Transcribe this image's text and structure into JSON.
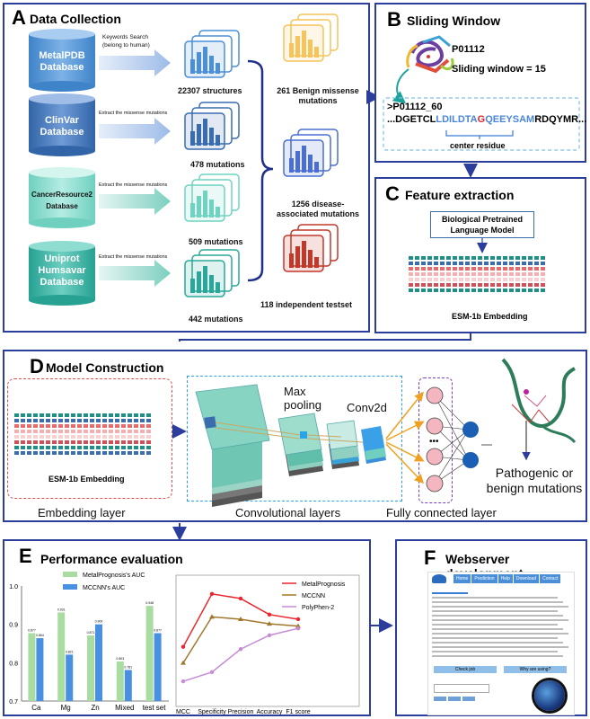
{
  "panels": {
    "A": {
      "letter": "A",
      "title": "Data Collection"
    },
    "B": {
      "letter": "B",
      "title": "Sliding Window"
    },
    "C": {
      "letter": "C",
      "title": "Feature extraction"
    },
    "D": {
      "letter": "D",
      "title": "Model Construction"
    },
    "E": {
      "letter": "E",
      "title": "Performance evaluation"
    },
    "F": {
      "letter": "F",
      "title": "Webserver development"
    }
  },
  "databases": [
    {
      "name_line1": "MetalPDB",
      "name_line2": "Database",
      "action_line1": "Keywords Search",
      "action_line2": "(belong to human)",
      "count": "22307 structures",
      "color": "#4b8fd6"
    },
    {
      "name_line1": "ClinVar",
      "name_line2": "Database",
      "action_line1": "Extract the missense mutations",
      "action_line2": "",
      "count": "478 mutations",
      "color": "#3a6db0"
    },
    {
      "name_line1": "CancerResource2",
      "name_line2": "Database",
      "action_line1": "Extract the missense mutations",
      "action_line2": "",
      "count": "509 mutations",
      "color": "#6fd3c1"
    },
    {
      "name_line1": "Uniprot",
      "name_line2": "Humsavar",
      "name_line3": "Database",
      "action_line1": "Extract the missense mutations",
      "action_line2": "",
      "count": "442 mutations",
      "color": "#2aa79a"
    }
  ],
  "outputs": [
    {
      "label_line1": "261 Benign missense",
      "label_line2": "mutations",
      "color": "#f5c45a"
    },
    {
      "label_line1": "1256 disease-",
      "label_line2": "associated mutations",
      "color": "#4a6fd0"
    },
    {
      "label_line1": "118 independent testset",
      "label_line2": "",
      "color": "#c0392b"
    }
  ],
  "sliding": {
    "protein_id": "P01112",
    "window_label": "Sliding window = 15",
    "seq_header": ">P01112_60",
    "seq_prefix": "...DGETCL",
    "seq_left": "LDILDTA",
    "seq_center": "G",
    "seq_right": "QEEYSAM",
    "seq_suffix": "RDQYMR...",
    "center_label": "center residue"
  },
  "feature": {
    "model_line1": "Biological Pretrained",
    "model_line2": "Language Model",
    "embedding_label": "ESM-1b Embedding"
  },
  "model": {
    "embedding_label": "ESM-1b Embedding",
    "maxpool_line1": "Max",
    "maxpool_line2": "pooling",
    "conv2d_label": "Conv2d",
    "layer_embedding": "Embedding layer",
    "layer_conv": "Convolutional layers",
    "layer_fc": "Fully connected layer",
    "output_line1": "Pathogenic or",
    "output_line2": "benign mutations"
  },
  "chart_data": [
    {
      "type": "bar",
      "categories": [
        "Ca",
        "Mg",
        "Zn",
        "Mixed",
        "test set"
      ],
      "series": [
        {
          "name": "MetalPrognosis's AUC",
          "values": [
            0.877,
            0.931,
            0.871,
            0.803,
            0.948
          ],
          "color": "#a8dca0"
        },
        {
          "name": "MCCNN's AUC",
          "values": [
            0.864,
            0.821,
            0.9,
            0.781,
            0.877
          ],
          "color": "#4a90e2"
        }
      ],
      "ylim": [
        0.7,
        1.0
      ],
      "yticks": [
        "0.7",
        "0.8",
        "0.9",
        "1.0"
      ],
      "legend": "top"
    },
    {
      "type": "line",
      "categories": [
        "MCC",
        "Specificity",
        "Precision",
        "Accuracy",
        "F1 score"
      ],
      "series": [
        {
          "name": "MetalPrognosis",
          "values": [
            0.72,
            0.95,
            0.93,
            0.86,
            0.84
          ],
          "color": "#e8262b",
          "marker": "circle"
        },
        {
          "name": "MCCNN",
          "values": [
            0.65,
            0.85,
            0.84,
            0.82,
            0.81
          ],
          "color": "#a0782c",
          "marker": "triangle"
        },
        {
          "name": "PolyPhen-2",
          "values": [
            0.57,
            0.61,
            0.71,
            0.77,
            0.8
          ],
          "color": "#c68ad6",
          "marker": "circle"
        }
      ],
      "ylim": [
        0.5,
        1.0
      ],
      "legend": "top-right"
    }
  ],
  "webserver": {
    "nav": [
      "Home",
      "Prediction",
      "Help",
      "Download",
      "Contact"
    ],
    "check_label": "Check job",
    "why_label": "Why are using?"
  }
}
